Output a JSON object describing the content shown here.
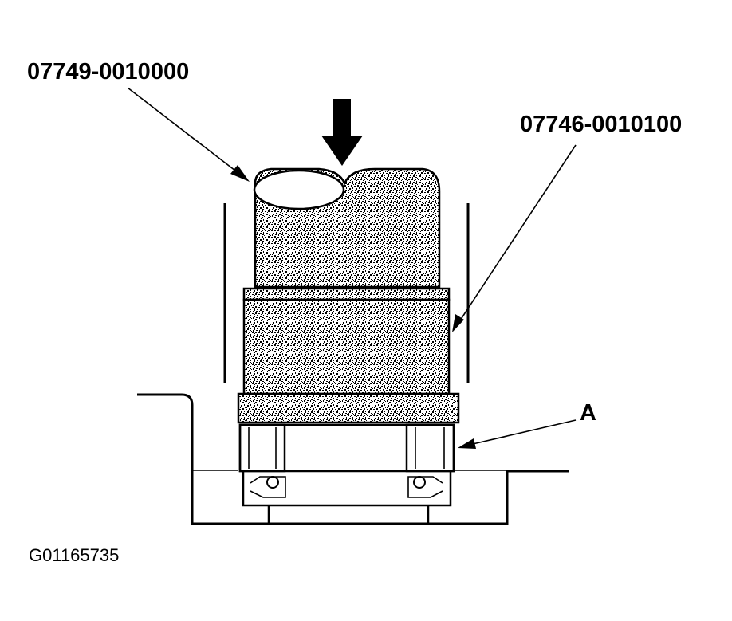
{
  "callouts": {
    "tool_top": "07749-0010000",
    "tool_right": "07746-0010100",
    "part_a": "A"
  },
  "figure_id": "G01165735",
  "colors": {
    "ink": "#000000",
    "paper": "#ffffff"
  },
  "icons": {
    "press_direction": "down-arrow-icon"
  }
}
